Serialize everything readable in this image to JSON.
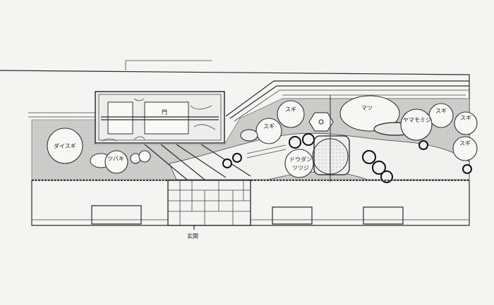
{
  "labels": {
    "gate": "門",
    "daisugi": "ダイスギ",
    "tsubaki": "ツバキ",
    "sugi": "スギ",
    "matsu": "マツ",
    "yamamomiji": "ヤマモミジ",
    "doudan_1": "ドウダン",
    "doudan_2": "ツツジ",
    "entrance": "玄関"
  },
  "colors": {
    "paper": "#f4f4f2",
    "ink": "#2a2a2a",
    "shading": "#c9c9c9"
  }
}
